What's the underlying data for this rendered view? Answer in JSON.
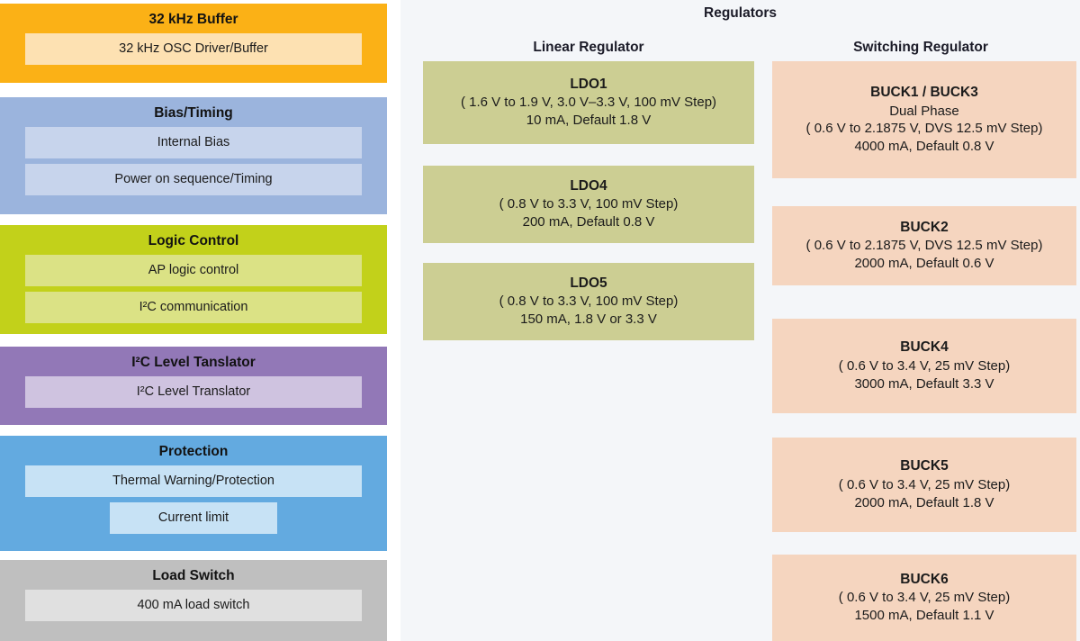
{
  "left_panel": {
    "blocks": [
      {
        "title": "32 kHz Buffer",
        "theme": "orange",
        "items": [
          "32 kHz OSC Driver/Buffer"
        ]
      },
      {
        "title": "Bias/Timing",
        "theme": "blue1",
        "items": [
          "Internal Bias",
          "Power on sequence/Timing"
        ]
      },
      {
        "title": "Logic Control",
        "theme": "green",
        "items": [
          "AP logic control",
          "I²C communication"
        ]
      },
      {
        "title": "I²C Level Tanslator",
        "theme": "purple",
        "items": [
          "I²C Level Translator"
        ]
      },
      {
        "title": "Protection",
        "theme": "blue2",
        "items": [
          "Thermal Warning/Protection",
          "Current limit"
        ]
      },
      {
        "title": "Load Switch",
        "theme": "gray",
        "items": [
          "400 mA load switch"
        ]
      }
    ]
  },
  "right_panel": {
    "title": "Regulators",
    "linear_heading": "Linear Regulator",
    "switching_heading": "Switching Regulator",
    "linear_regulators": [
      {
        "name": "LDO1",
        "lines": [
          "( 1.6 V to 1.9 V, 3.0 V–3.3 V, 100 mV Step)",
          "10 mA, Default 1.8 V"
        ]
      },
      {
        "name": "LDO4",
        "lines": [
          "( 0.8 V to 3.3 V, 100 mV Step)",
          "200 mA, Default 0.8 V"
        ]
      },
      {
        "name": "LDO5",
        "lines": [
          "( 0.8 V to 3.3 V, 100 mV Step)",
          "150 mA, 1.8 V or 3.3 V"
        ]
      }
    ],
    "switching_regulators": [
      {
        "name": "BUCK1 / BUCK3",
        "lines": [
          "Dual Phase",
          "( 0.6 V to 2.1875 V, DVS 12.5 mV Step)",
          "4000 mA, Default 0.8 V"
        ]
      },
      {
        "name": "BUCK2",
        "lines": [
          "( 0.6 V to 2.1875 V, DVS 12.5 mV Step)",
          "2000 mA, Default 0.6 V"
        ]
      },
      {
        "name": "BUCK4",
        "lines": [
          "( 0.6 V to 3.4 V, 25 mV Step)",
          "3000 mA, Default 3.3 V"
        ]
      },
      {
        "name": "BUCK5",
        "lines": [
          "( 0.6 V to 3.4 V, 25 mV Step)",
          "2000 mA, Default 1.8 V"
        ]
      },
      {
        "name": "BUCK6",
        "lines": [
          "( 0.6 V to 3.4 V, 25 mV Step)",
          "1500 mA, Default 1.1 V"
        ]
      }
    ]
  },
  "colors": {
    "buffer_block": "#fbb116",
    "buffer_item": "#fde1b2",
    "bias_block": "#9bb4dd",
    "bias_item": "#c7d4ec",
    "logic_block": "#c2d11a",
    "logic_item": "#dbe285",
    "translator_block": "#9278b7",
    "translator_item": "#cfc3e0",
    "protection_block": "#63aae0",
    "protection_item": "#c7e2f5",
    "loadswitch_block": "#bfbfbf",
    "loadswitch_item": "#e0e0e0",
    "ldo_box": "#ccce93",
    "buck_box": "#f5d5bf",
    "right_panel_bg": "#f4f6f9"
  }
}
